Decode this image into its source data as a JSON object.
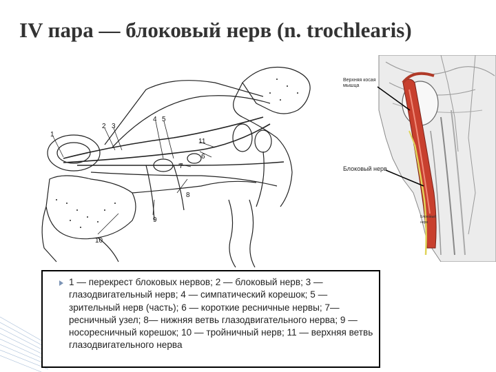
{
  "slide": {
    "title": "IV пара — блоковый нерв (n. trochlearis)"
  },
  "left_figure": {
    "labels": [
      {
        "id": "l1",
        "text": "1"
      },
      {
        "id": "l2",
        "text": "2"
      },
      {
        "id": "l3",
        "text": "3"
      },
      {
        "id": "l4",
        "text": "4"
      },
      {
        "id": "l5",
        "text": "5"
      },
      {
        "id": "l6",
        "text": "6"
      },
      {
        "id": "l7",
        "text": "7"
      },
      {
        "id": "l8",
        "text": "8"
      },
      {
        "id": "l9",
        "text": "9"
      },
      {
        "id": "l10",
        "text": "10"
      },
      {
        "id": "l11",
        "text": "11"
      }
    ]
  },
  "right_figure": {
    "label_muscle_line1": "Верхняя косая",
    "label_muscle_line2": "мышца",
    "label_nerve": "Блоковый нерв",
    "label_small_1": "Блоковый",
    "label_small_2": "нерв"
  },
  "caption": {
    "text": "1 — перекрест блоковых нервов; 2 — блоковый нерв; 3 — глазодвигательный нерв; 4 — симпатический корешок; 5 — зрительный нерв (часть); 6 — короткие ресничные нервы; 7— ресничный узел; 8— нижняя ветвь глазодвигательного нерва; 9 — носоресничный корешок; 10 — тройничный нерв; 11 — верхняя ветвь глазодвигательного нерва"
  },
  "colors": {
    "title": "#333333",
    "bullet": "#7c94b5",
    "muscle": "#c8402e",
    "nerve": "#e0d45a"
  }
}
